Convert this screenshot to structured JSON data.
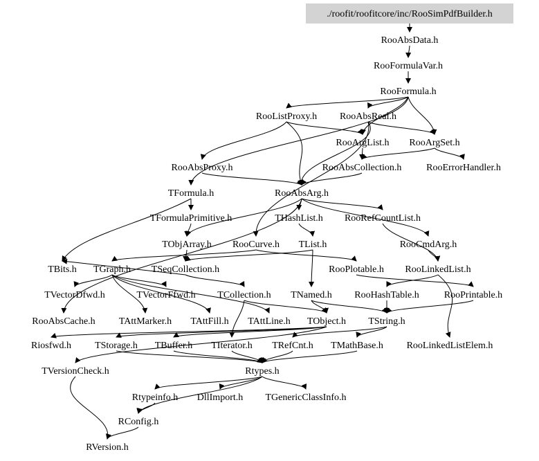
{
  "graph": {
    "title": "Include dependency graph",
    "root": "./roofit/roofitcore/inc/RooSimPdfBuilder.h",
    "highlight_color": "#d3d3d3",
    "nodes": [
      {
        "id": "root",
        "label": "./roofit/roofitcore/inc/RooSimPdfBuilder.h"
      },
      {
        "id": "RooAbsData",
        "label": "RooAbsData.h"
      },
      {
        "id": "RooFormulaVar",
        "label": "RooFormulaVar.h"
      },
      {
        "id": "RooFormula",
        "label": "RooFormula.h"
      },
      {
        "id": "RooListProxy",
        "label": "RooListProxy.h"
      },
      {
        "id": "RooAbsReal",
        "label": "RooAbsReal.h"
      },
      {
        "id": "RooArgList",
        "label": "RooArgList.h"
      },
      {
        "id": "RooArgSet",
        "label": "RooArgSet.h"
      },
      {
        "id": "RooAbsProxy",
        "label": "RooAbsProxy.h"
      },
      {
        "id": "RooAbsCollection",
        "label": "RooAbsCollection.h"
      },
      {
        "id": "RooErrorHandler",
        "label": "RooErrorHandler.h"
      },
      {
        "id": "TFormula",
        "label": "TFormula.h"
      },
      {
        "id": "RooAbsArg",
        "label": "RooAbsArg.h"
      },
      {
        "id": "TFormulaPrimitive",
        "label": "TFormulaPrimitive.h"
      },
      {
        "id": "THashList",
        "label": "THashList.h"
      },
      {
        "id": "RooRefCountList",
        "label": "RooRefCountList.h"
      },
      {
        "id": "TObjArray",
        "label": "TObjArray.h"
      },
      {
        "id": "RooCurve",
        "label": "RooCurve.h"
      },
      {
        "id": "TList",
        "label": "TList.h"
      },
      {
        "id": "RooCmdArg",
        "label": "RooCmdArg.h"
      },
      {
        "id": "TBits",
        "label": "TBits.h"
      },
      {
        "id": "TGraph",
        "label": "TGraph.h"
      },
      {
        "id": "TSeqCollection",
        "label": "TSeqCollection.h"
      },
      {
        "id": "RooPlotable",
        "label": "RooPlotable.h"
      },
      {
        "id": "RooLinkedList",
        "label": "RooLinkedList.h"
      },
      {
        "id": "TVectorDfwd",
        "label": "TVectorDfwd.h"
      },
      {
        "id": "TVectorFfwd",
        "label": "TVectorFfwd.h"
      },
      {
        "id": "TCollection",
        "label": "TCollection.h"
      },
      {
        "id": "TNamed",
        "label": "TNamed.h"
      },
      {
        "id": "RooHashTable",
        "label": "RooHashTable.h"
      },
      {
        "id": "RooPrintable",
        "label": "RooPrintable.h"
      },
      {
        "id": "RooAbsCache",
        "label": "RooAbsCache.h"
      },
      {
        "id": "TAttMarker",
        "label": "TAttMarker.h"
      },
      {
        "id": "TAttFill",
        "label": "TAttFill.h"
      },
      {
        "id": "TAttLine",
        "label": "TAttLine.h"
      },
      {
        "id": "TObject",
        "label": "TObject.h"
      },
      {
        "id": "TString",
        "label": "TString.h"
      },
      {
        "id": "Riosfwd",
        "label": "Riosfwd.h"
      },
      {
        "id": "TStorage",
        "label": "TStorage.h"
      },
      {
        "id": "TBuffer",
        "label": "TBuffer.h"
      },
      {
        "id": "TIterator",
        "label": "TIterator.h"
      },
      {
        "id": "TRefCnt",
        "label": "TRefCnt.h"
      },
      {
        "id": "TMathBase",
        "label": "TMathBase.h"
      },
      {
        "id": "RooLinkedListElem",
        "label": "RooLinkedListElem.h"
      },
      {
        "id": "TVersionCheck",
        "label": "TVersionCheck.h"
      },
      {
        "id": "Rtypes",
        "label": "Rtypes.h"
      },
      {
        "id": "Rtypeinfo",
        "label": "Rtypeinfo.h"
      },
      {
        "id": "DllImport",
        "label": "DllImport.h"
      },
      {
        "id": "TGenericClassInfo",
        "label": "TGenericClassInfo.h"
      },
      {
        "id": "RConfig",
        "label": "RConfig.h"
      },
      {
        "id": "RVersion",
        "label": "RVersion.h"
      }
    ],
    "edges": [
      [
        "root",
        "RooAbsData"
      ],
      [
        "RooAbsData",
        "RooFormulaVar"
      ],
      [
        "RooFormulaVar",
        "RooFormula"
      ],
      [
        "RooFormula",
        "RooAbsReal"
      ],
      [
        "RooFormula",
        "RooListProxy"
      ],
      [
        "RooFormula",
        "RooArgList"
      ],
      [
        "RooFormula",
        "RooArgSet"
      ],
      [
        "RooAbsReal",
        "RooArgSet"
      ],
      [
        "RooAbsReal",
        "RooAbsArg"
      ],
      [
        "RooListProxy",
        "RooAbsProxy"
      ],
      [
        "RooListProxy",
        "RooAbsArg"
      ],
      [
        "RooListProxy",
        "RooArgList"
      ],
      [
        "RooArgList",
        "RooAbsCollection"
      ],
      [
        "RooArgSet",
        "RooAbsCollection"
      ],
      [
        "RooArgSet",
        "RooErrorHandler"
      ],
      [
        "RooAbsCollection",
        "RooAbsArg"
      ],
      [
        "RooAbsProxy",
        "RooAbsArg"
      ],
      [
        "RooFormula",
        "TFormula"
      ],
      [
        "TFormula",
        "TFormulaPrimitive"
      ],
      [
        "TFormula",
        "TBits"
      ],
      [
        "RooAbsArg",
        "THashList"
      ],
      [
        "RooAbsArg",
        "RooRefCountList"
      ],
      [
        "RooAbsArg",
        "TObjArray"
      ],
      [
        "TFormulaPrimitive",
        "TObjArray"
      ],
      [
        "THashList",
        "TList"
      ],
      [
        "RooRefCountList",
        "RooLinkedList"
      ],
      [
        "RooAbsArg",
        "RooCmdArg"
      ],
      [
        "RooCmdArg",
        "RooLinkedList"
      ],
      [
        "TObjArray",
        "TSeqCollection"
      ],
      [
        "TSeqCollection",
        "TBits"
      ],
      [
        "TList",
        "TSeqCollection"
      ],
      [
        "TList",
        "TNamed"
      ],
      [
        "RooAbsReal",
        "RooCurve"
      ],
      [
        "RooCurve",
        "TGraph"
      ],
      [
        "RooCurve",
        "RooPlotable"
      ],
      [
        "TGraph",
        "TVectorDfwd"
      ],
      [
        "TGraph",
        "TVectorFfwd"
      ],
      [
        "TSeqCollection",
        "TCollection"
      ],
      [
        "RooLinkedList",
        "RooHashTable"
      ],
      [
        "RooLinkedList",
        "RooLinkedListElem"
      ],
      [
        "RooPlotable",
        "RooPrintable"
      ],
      [
        "RooHashTable",
        "TString"
      ],
      [
        "RooPrintable",
        "TString"
      ],
      [
        "TCollection",
        "TObject"
      ],
      [
        "TNamed",
        "TObject"
      ],
      [
        "TNamed",
        "TString"
      ],
      [
        "TGraph",
        "TAttMarker"
      ],
      [
        "TGraph",
        "TAttFill"
      ],
      [
        "TGraph",
        "TAttLine"
      ],
      [
        "RooAbsArg",
        "RooAbsCache"
      ],
      [
        "TObject",
        "Riosfwd"
      ],
      [
        "TObject",
        "TStorage"
      ],
      [
        "TObject",
        "TVersionCheck"
      ],
      [
        "TString",
        "TRefCnt"
      ],
      [
        "TString",
        "TMathBase"
      ],
      [
        "TCollection",
        "TIterator"
      ],
      [
        "TObject",
        "TBuffer"
      ],
      [
        "TStorage",
        "Rtypes"
      ],
      [
        "TBuffer",
        "Rtypes"
      ],
      [
        "TIterator",
        "Rtypes"
      ],
      [
        "TRefCnt",
        "Rtypes"
      ],
      [
        "TMathBase",
        "Rtypes"
      ],
      [
        "TVersionCheck",
        "RVersion"
      ],
      [
        "Rtypes",
        "Rtypeinfo"
      ],
      [
        "Rtypes",
        "DllImport"
      ],
      [
        "Rtypes",
        "TGenericClassInfo"
      ],
      [
        "Rtypes",
        "RConfig"
      ],
      [
        "Rtypeinfo",
        "RConfig"
      ],
      [
        "RConfig",
        "RVersion"
      ]
    ]
  }
}
